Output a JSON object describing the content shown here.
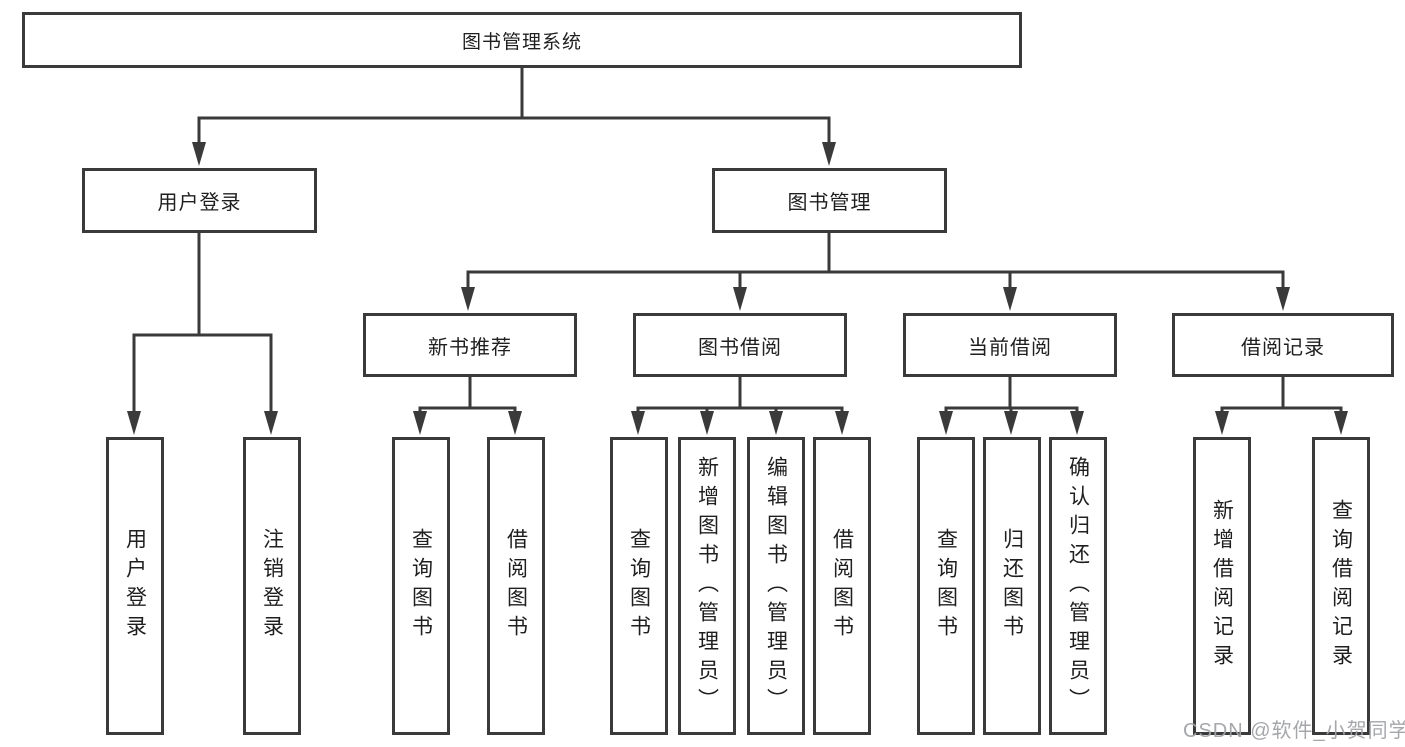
{
  "diagram": {
    "root": {
      "label": "图书管理系统"
    },
    "level2": [
      {
        "label": "用户登录"
      },
      {
        "label": "图书管理"
      }
    ],
    "level3": [
      {
        "label": "新书推荐"
      },
      {
        "label": "图书借阅"
      },
      {
        "label": "当前借阅"
      },
      {
        "label": "借阅记录"
      }
    ],
    "leaves": {
      "user_login": [
        {
          "label": "用户登录"
        },
        {
          "label": "注销登录"
        }
      ],
      "new_book": [
        {
          "label": "查询图书"
        },
        {
          "label": "借阅图书"
        }
      ],
      "book_borrow": [
        {
          "label": "查询图书"
        },
        {
          "label": "新增图书（管理员）"
        },
        {
          "label": "编辑图书（管理员）"
        },
        {
          "label": "借阅图书"
        }
      ],
      "current_borrow": [
        {
          "label": "查询图书"
        },
        {
          "label": "归还图书"
        },
        {
          "label": "确认归还（管理员）"
        }
      ],
      "borrow_record": [
        {
          "label": "新增借阅记录"
        },
        {
          "label": "查询借阅记录"
        }
      ]
    },
    "watermark": {
      "text": "CSDN @软件_小贺同学"
    },
    "colors": {
      "line": "#3a3a3a",
      "text": "#1f1f1f",
      "background": "#ffffff",
      "watermark": "#a0a2a6"
    }
  }
}
